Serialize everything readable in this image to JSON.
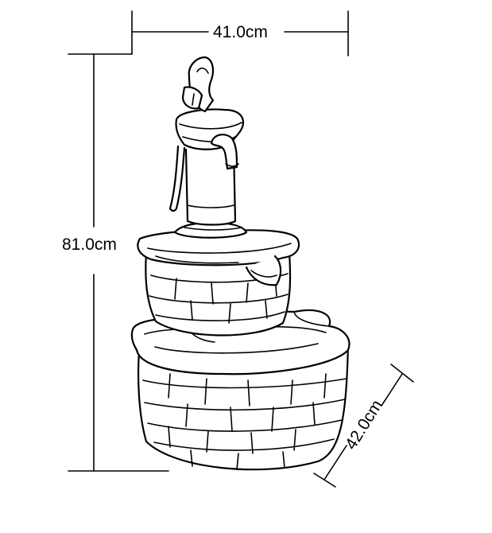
{
  "dimensions": {
    "width": "41.0cm",
    "height": "81.0cm",
    "depth": "42.0cm"
  },
  "colors": {
    "line": "#000000",
    "background": "#ffffff"
  }
}
